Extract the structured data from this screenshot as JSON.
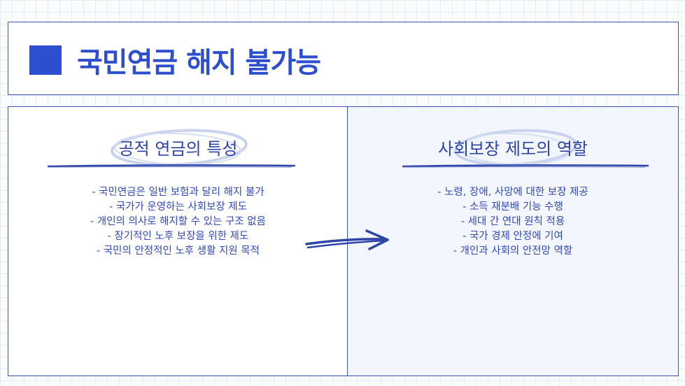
{
  "title": "국민연금 해지 불가능",
  "left_panel": {
    "heading": "공적 연금의 특성",
    "items": [
      "- 국민연금은 일반 보험과 달리 해지 불가",
      "- 국가가 운영하는 사회보장 제도",
      "- 개인의 의사로 해지할 수 있는 구조 없음",
      "- 장기적인 노후 보장을 위한 제도",
      "- 국민의 안정적인 노후 생활 지원 목적"
    ]
  },
  "right_panel": {
    "heading": "사회보장 제도의 역할",
    "items": [
      "- 노령, 장애, 사망에 대한 보장 제공",
      "- 소득 재분배 기능 수행",
      "- 세대 간 연대 원칙 적용",
      "- 국가 경제 안정에 기여",
      "- 개인과 사회의 안전망 역할"
    ]
  },
  "colors": {
    "accent": "#2e4ed0",
    "border": "#3b54b4",
    "text": "#2f49b6",
    "right_panel_bg": "#f3f6fd"
  },
  "icons": {
    "title_marker": "square-marker-icon",
    "connector": "arrow-right-icon"
  }
}
